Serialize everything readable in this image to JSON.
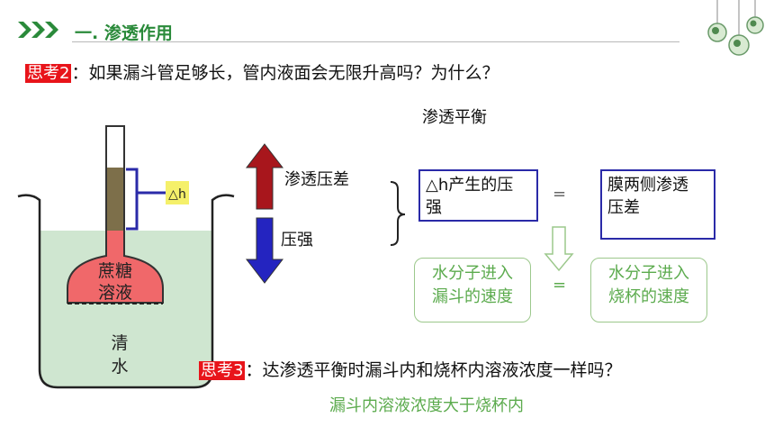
{
  "header": {
    "title": "一. 渗透作用"
  },
  "question2": {
    "tag": "思考2",
    "text": "：如果漏斗管足够长，管内液面会无限升高吗？为什么？"
  },
  "heading": "渗透平衡",
  "apparatus": {
    "delta_h": "△h",
    "funnel_text": [
      "蔗糖",
      "溶液"
    ],
    "beaker_text": [
      "清",
      "水"
    ]
  },
  "arrows": {
    "up_label": "渗透压差",
    "down_label": "压强"
  },
  "boxes": {
    "pressure": [
      "△h产生的压",
      "强"
    ],
    "equal_top": "=",
    "membrane": [
      "膜两侧渗透",
      "压差"
    ],
    "speed_funnel": [
      "水分子进入",
      "漏斗的速度"
    ],
    "equal_bottom": "=",
    "speed_beaker": [
      "水分子进入",
      "烧杯的速度"
    ]
  },
  "question3": {
    "tag": "思考3",
    "text": "：达渗透平衡时漏斗内和烧杯内溶液浓度一样吗？"
  },
  "answer3": "漏斗内溶液浓度大于烧杯内",
  "colors": {
    "accent_green": "#2a8a3a",
    "answer_green": "#5cab4e",
    "question_red": "#e8141a",
    "box_blue": "#2a2aa8",
    "arrow_red": "#a8161c",
    "arrow_blue": "#2424c0",
    "solution_pink": "#f0686a",
    "water_green": "#cfe6d0"
  }
}
